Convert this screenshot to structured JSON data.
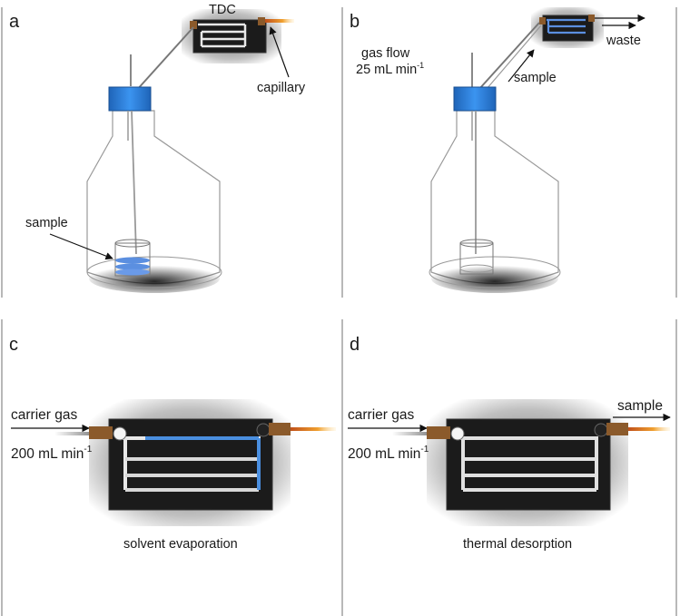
{
  "panels": {
    "a": {
      "letter": "a",
      "tdc": "TDC",
      "capillary": "capillary",
      "sample": "sample"
    },
    "b": {
      "letter": "b",
      "waste": "waste",
      "gas_flow_line1": "gas flow",
      "gas_flow_line2": "25 mL min",
      "gas_flow_sup": "-1",
      "sample": "sample"
    },
    "c": {
      "letter": "c",
      "carrier_gas": "carrier gas",
      "flow_rate": "200 mL min",
      "flow_rate_sup": "-1",
      "caption": "solvent evaporation"
    },
    "d": {
      "letter": "d",
      "carrier_gas": "carrier gas",
      "flow_rate": "200 mL min",
      "flow_rate_sup": "-1",
      "sample": "sample",
      "caption": "thermal desorption"
    }
  },
  "colors": {
    "cap_blue": "#2a7fd4",
    "tube_dark": "#1a1a1a",
    "fitting_brown": "#8b5a2b",
    "capillary_orange": "#f0a030",
    "sample_blue": "#5b8fe0"
  }
}
